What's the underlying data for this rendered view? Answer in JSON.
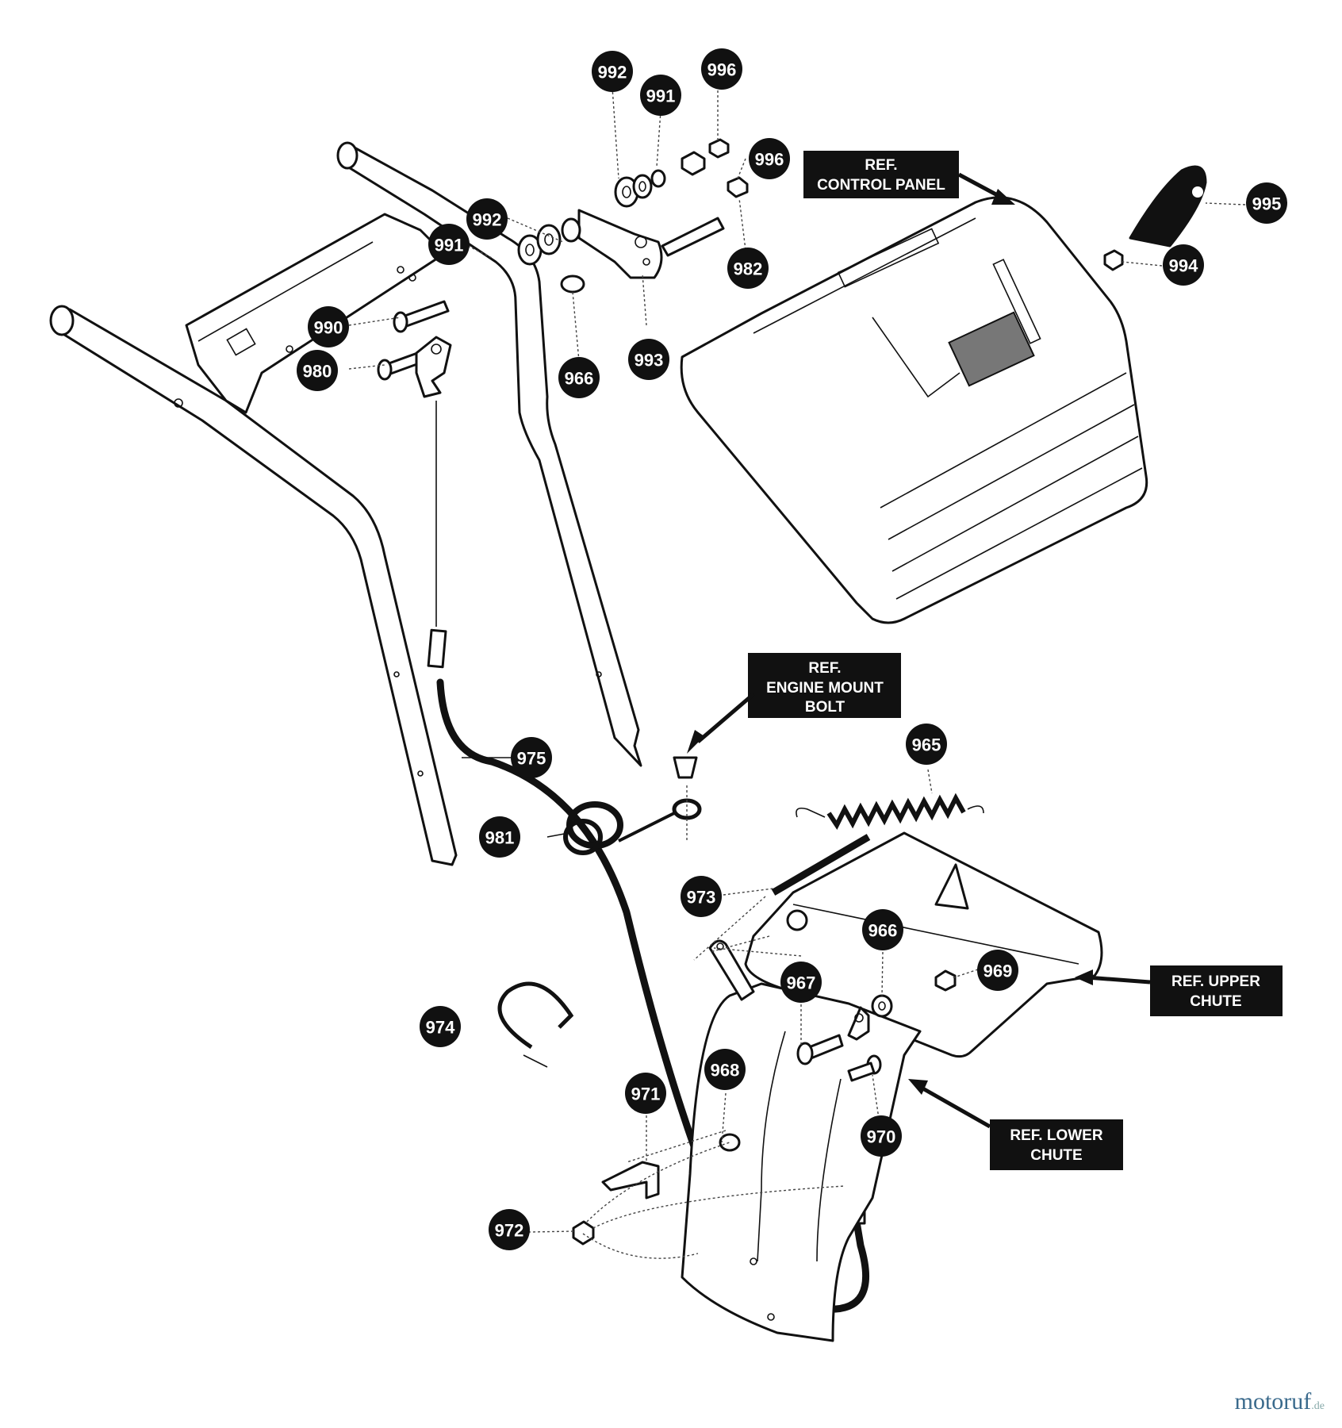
{
  "callouts": {
    "c992a": "992",
    "c991a": "991",
    "c996a": "996",
    "c996b": "996",
    "c992b": "992",
    "c991b": "991",
    "c982": "982",
    "c990": "990",
    "c980": "980",
    "c966a": "966",
    "c993": "993",
    "c995": "995",
    "c994": "994",
    "c975": "975",
    "c965": "965",
    "c981": "981",
    "c973": "973",
    "c966b": "966",
    "c969": "969",
    "c967": "967",
    "c974": "974",
    "c968": "968",
    "c971": "971",
    "c970": "970",
    "c972": "972"
  },
  "refs": {
    "control_panel": [
      "REF.",
      "CONTROL PANEL"
    ],
    "engine_mount": [
      "REF.",
      "ENGINE MOUNT",
      "BOLT"
    ],
    "upper_chute": [
      "REF. UPPER",
      "CHUTE"
    ],
    "lower_chute": [
      "REF. LOWER",
      "CHUTE"
    ]
  },
  "brand": {
    "name": "motoruf",
    "tld": ".de"
  }
}
